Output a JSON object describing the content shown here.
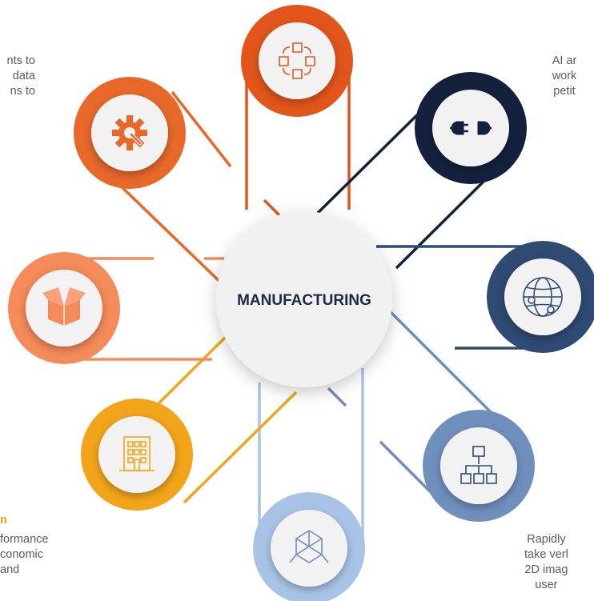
{
  "center": {
    "label": "MANUFACTURING"
  },
  "nodes": [
    {
      "id": "process",
      "icon": "process-cycle-icon",
      "color": "#e2551b"
    },
    {
      "id": "connect",
      "icon": "plug-connector-icon",
      "color": "#14213d"
    },
    {
      "id": "global",
      "icon": "globe-network-icon",
      "color": "#2f4a73"
    },
    {
      "id": "hierarchy",
      "icon": "hierarchy-chart-icon",
      "color": "#6f8fbd"
    },
    {
      "id": "modeling",
      "icon": "3d-axes-icon",
      "color": "#a9c3e6"
    },
    {
      "id": "facility",
      "icon": "building-icon",
      "color": "#f2a51a"
    },
    {
      "id": "logistics",
      "icon": "package-box-icon",
      "color": "#f58a5a"
    },
    {
      "id": "maintenance",
      "icon": "gear-wrench-icon",
      "color": "#e8682a"
    }
  ],
  "texts": {
    "top_left": "nts to\n data\nns to",
    "top_right": "AI ar\nwork\npetit",
    "bottom_left_heading": "n",
    "bottom_left": "formance\nconomic\nand",
    "bottom_right": "Rapidly\ntake verl\n2D imag\nuser"
  }
}
